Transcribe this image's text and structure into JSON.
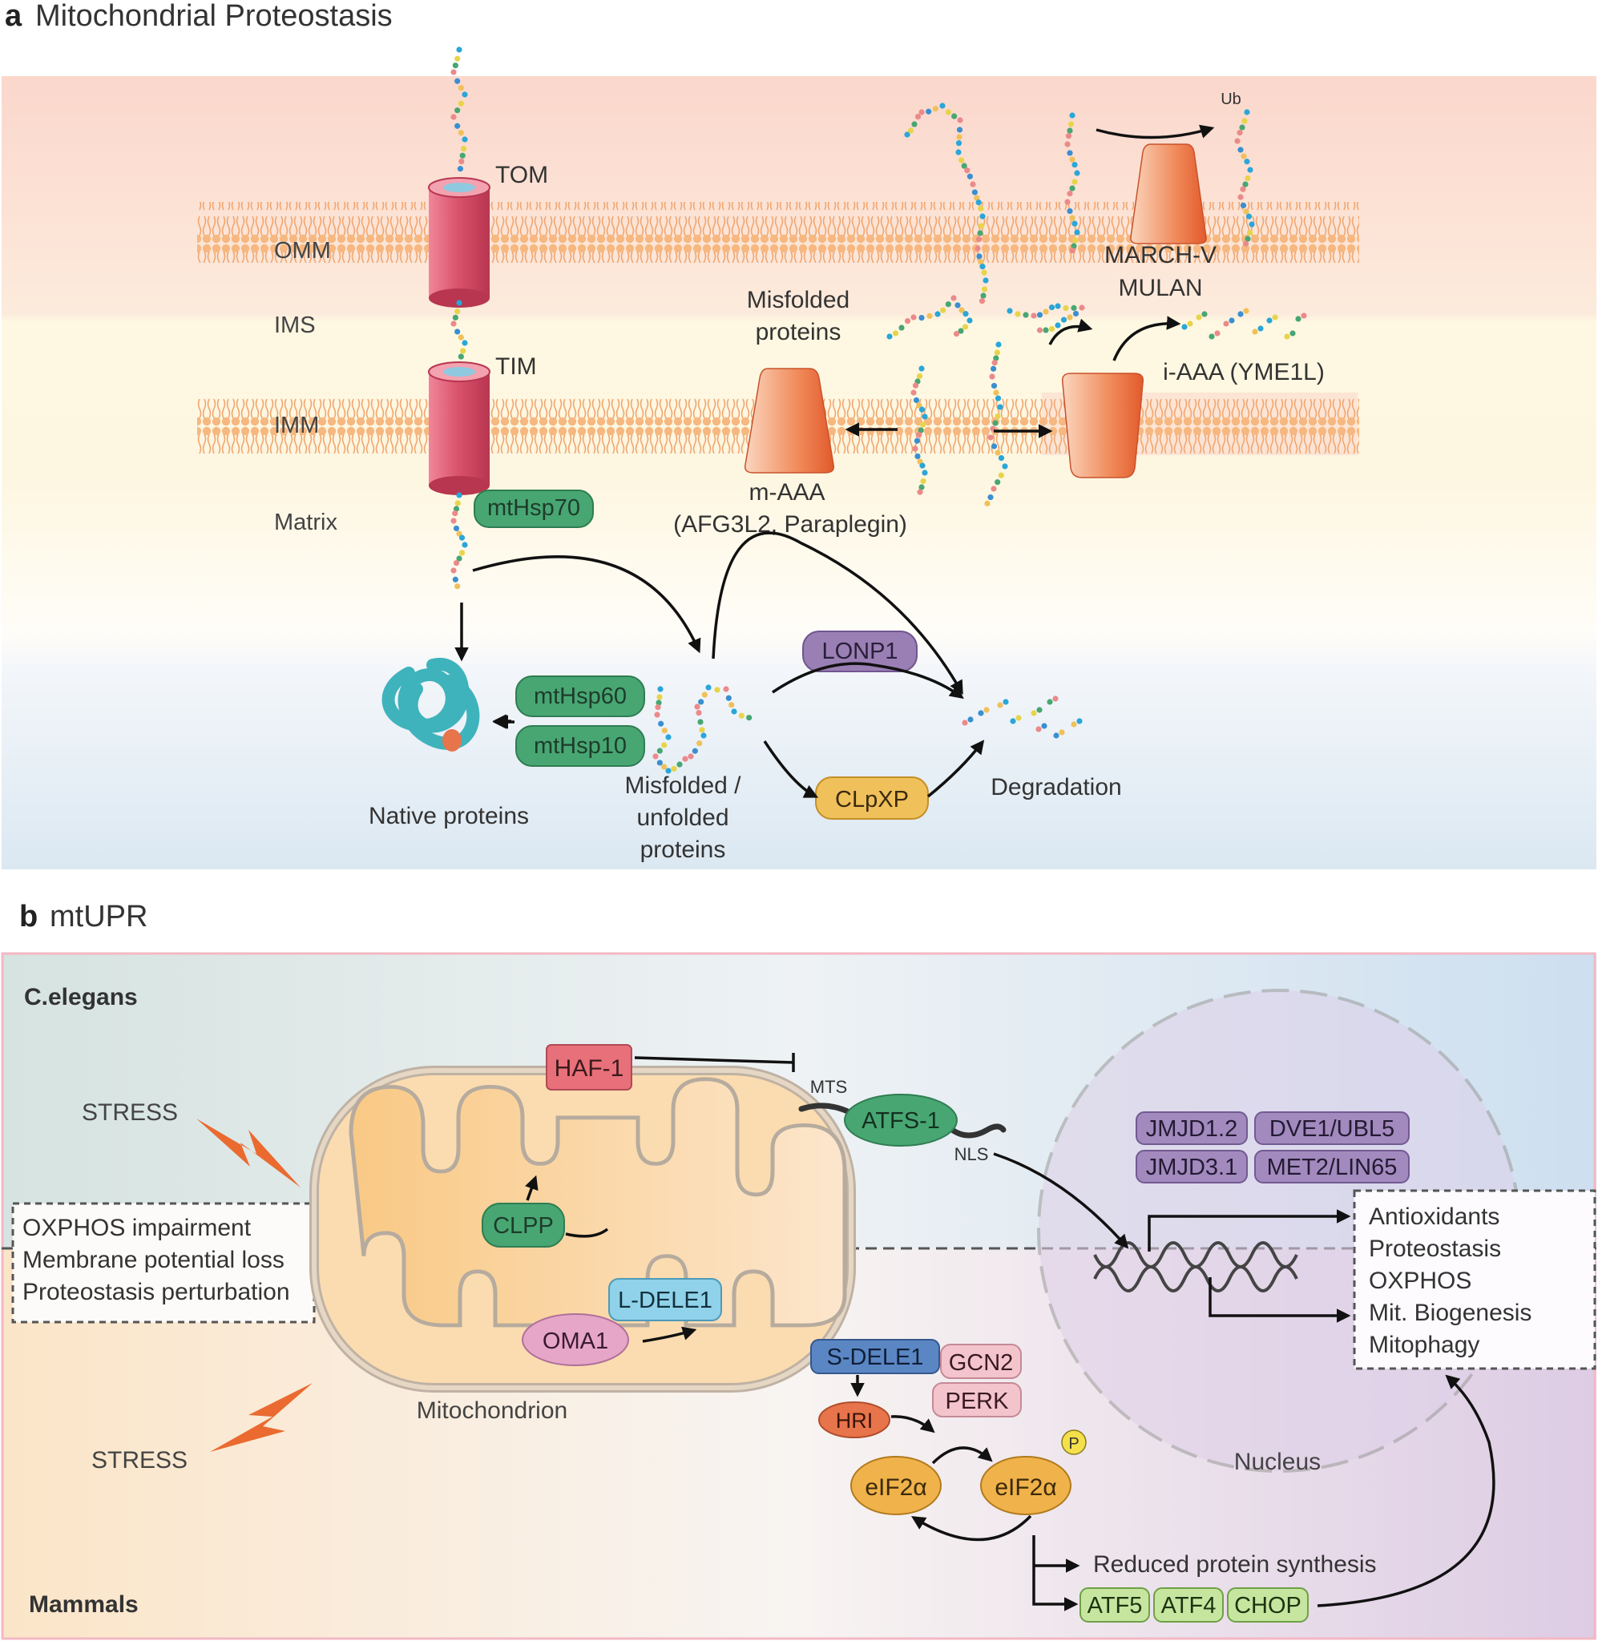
{
  "panel_a": {
    "letter": "a",
    "title": "Mitochondrial Proteostasis",
    "regions": {
      "omm": "OMM",
      "ims": "IMS",
      "imm": "IMM",
      "matrix": "Matrix"
    },
    "tom": "TOM",
    "tim": "TIM",
    "mthsp70": "mtHsp70",
    "march_v": "MARCH-V",
    "mulan": "MULAN",
    "ub": "Ub",
    "misfolded_line1": "Misfolded",
    "misfolded_line2": "proteins",
    "i_aaa": "i-AAA (YME1L)",
    "m_aaa_line1": "m-AAA",
    "m_aaa_line2": "(AFG3L2, Paraplegin)",
    "lonp1": "LONP1",
    "clpxp": "CLpXP",
    "mthsp60": "mtHsp60",
    "mthsp10": "mtHsp10",
    "native": "Native proteins",
    "misunfold_line1": "Misfolded /",
    "misunfold_line2": "unfolded",
    "misunfold_line3": "proteins",
    "degradation": "Degradation"
  },
  "panel_b": {
    "letter": "b",
    "title": "mtUPR",
    "celegans": "C.elegans",
    "mammals": "Mammals",
    "stress_top": "STRESS",
    "stress_bottom": "STRESS",
    "stress_causes": [
      "OXPHOS impairment",
      "Membrane potential loss",
      "Proteostasis perturbation"
    ],
    "haf1": "HAF-1",
    "mts": "MTS",
    "atfs1": "ATFS-1",
    "nls": "NLS",
    "clpp": "CLPP",
    "ldele1": "L-DELE1",
    "oma1": "OMA1",
    "sdele1": "S-DELE1",
    "gcn2": "GCN2",
    "perk": "PERK",
    "hri": "HRI",
    "eif2a_left": "eIF2α",
    "eif2a_right": "eIF2α",
    "p": "P",
    "mitochondrion": "Mitochondrion",
    "nucleus": "Nucleus",
    "cofactors": [
      "JMJD1.2",
      "DVE1/UBL5",
      "JMJD3.1",
      "MET2/LIN65"
    ],
    "targets": [
      "Antioxidants",
      "Proteostasis",
      "OXPHOS",
      "Mit. Biogenesis",
      "Mitophagy"
    ],
    "reduced": "Reduced protein synthesis",
    "tfs": [
      "ATF5",
      "ATF4",
      "CHOP"
    ]
  },
  "colors": {
    "tom_tim": "#d8506a",
    "protease_orange": "#ec7a4c",
    "chaperone_green": "#48a673",
    "lonp1_purple": "#9a7fb4",
    "clpxp_gold": "#f0c05a",
    "membrane": "#f6b880",
    "stress_bolt": "#ea6a30",
    "ldele1_blue": "#8fd2ea",
    "sdele1_blue": "#5b86c4",
    "hri_red": "#e8744c",
    "pink_kinase": "#f4c4cc",
    "tf_green": "#c6e6a0"
  }
}
